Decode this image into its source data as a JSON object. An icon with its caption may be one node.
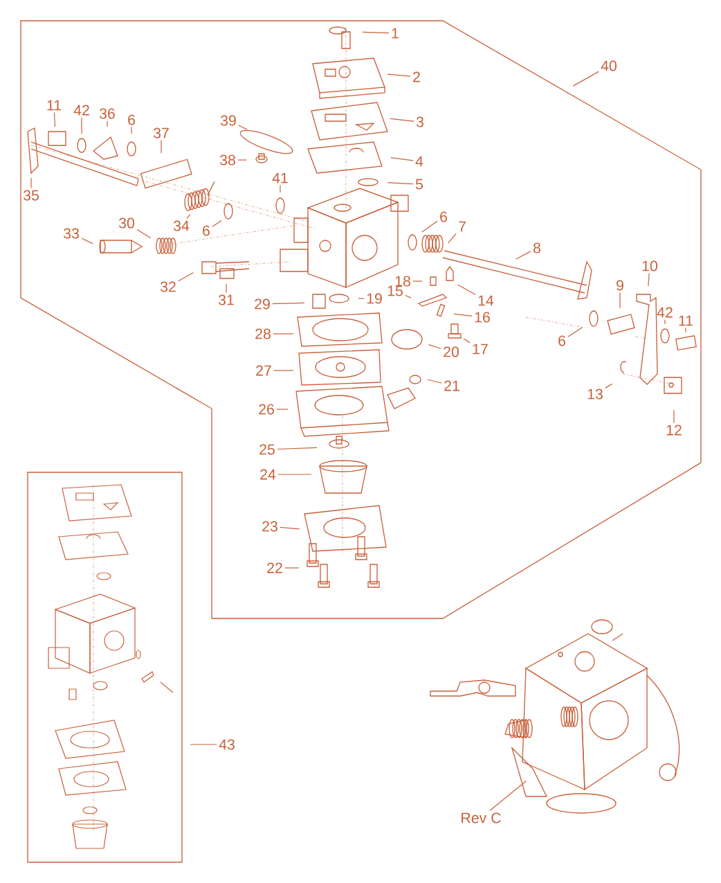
{
  "diagram": {
    "nodes": [
      {
        "text": [
          "1"
        ]
      },
      {
        "text": [
          "40"
        ]
      },
      {
        "text": [
          "2"
        ]
      },
      {
        "text": [
          "11"
        ]
      },
      {
        "text": [
          "42"
        ]
      },
      {
        "text": [
          "36"
        ]
      },
      {
        "text": [
          "6"
        ]
      },
      {
        "text": [
          "39"
        ]
      },
      {
        "text": [
          "3"
        ]
      },
      {
        "text": [
          "37"
        ]
      },
      {
        "text": [
          "38"
        ]
      },
      {
        "text": [
          "4"
        ]
      },
      {
        "text": [
          "41"
        ]
      },
      {
        "text": [
          "5"
        ]
      },
      {
        "text": [
          "35"
        ]
      },
      {
        "text": [
          "34"
        ]
      },
      {
        "text": [
          "6"
        ]
      },
      {
        "text": [
          "30"
        ]
      },
      {
        "text": [
          "33"
        ]
      },
      {
        "text": [
          "6"
        ]
      },
      {
        "text": [
          "7"
        ]
      },
      {
        "text": [
          "8"
        ]
      },
      {
        "text": [
          "10"
        ]
      },
      {
        "text": [
          "18"
        ]
      },
      {
        "text": [
          "9"
        ]
      },
      {
        "text": [
          "32"
        ]
      },
      {
        "text": [
          "15"
        ]
      },
      {
        "text": [
          "19"
        ]
      },
      {
        "text": [
          "31"
        ]
      },
      {
        "text": [
          "14"
        ]
      },
      {
        "text": [
          "29"
        ]
      },
      {
        "text": [
          "42"
        ]
      },
      {
        "text": [
          "16"
        ]
      },
      {
        "text": [
          "11"
        ]
      },
      {
        "text": [
          "28"
        ]
      },
      {
        "text": [
          "6"
        ]
      },
      {
        "text": [
          "17"
        ]
      },
      {
        "text": [
          "20"
        ]
      },
      {
        "text": [
          "27"
        ]
      },
      {
        "text": [
          "21"
        ]
      },
      {
        "text": [
          "13"
        ]
      },
      {
        "text": [
          "26"
        ]
      },
      {
        "text": [
          "12"
        ]
      },
      {
        "text": [
          "25"
        ]
      },
      {
        "text": [
          "24"
        ]
      },
      {
        "text": [
          "23"
        ]
      },
      {
        "text": [
          "22"
        ]
      },
      {
        "text": [
          "43"
        ]
      },
      {
        "text": [
          "Rev C"
        ]
      }
    ],
    "edges": [
      {
        "from": 0,
        "to": null,
        "arrow": "none"
      },
      {
        "from": 1,
        "to": null,
        "arrow": "none"
      },
      {
        "from": 2,
        "to": null,
        "arrow": "none"
      },
      {
        "from": 3,
        "to": null,
        "arrow": "none"
      },
      {
        "from": 4,
        "to": null,
        "arrow": "none"
      },
      {
        "from": 5,
        "to": null,
        "arrow": "none"
      },
      {
        "from": 6,
        "to": null,
        "arrow": "none"
      },
      {
        "from": 7,
        "to": null,
        "arrow": "none"
      },
      {
        "from": 8,
        "to": null,
        "arrow": "none"
      },
      {
        "from": 9,
        "to": null,
        "arrow": "none"
      },
      {
        "from": 10,
        "to": null,
        "arrow": "none"
      },
      {
        "from": 11,
        "to": null,
        "arrow": "none"
      },
      {
        "from": 12,
        "to": null,
        "arrow": "none"
      },
      {
        "from": 13,
        "to": null,
        "arrow": "none"
      },
      {
        "from": 14,
        "to": null,
        "arrow": "none"
      },
      {
        "from": 15,
        "to": null,
        "arrow": "none"
      },
      {
        "from": 16,
        "to": null,
        "arrow": "none"
      },
      {
        "from": 17,
        "to": null,
        "arrow": "none"
      },
      {
        "from": 18,
        "to": null,
        "arrow": "none"
      },
      {
        "from": 19,
        "to": null,
        "arrow": "none"
      },
      {
        "from": 20,
        "to": null,
        "arrow": "none"
      },
      {
        "from": 21,
        "to": null,
        "arrow": "none"
      },
      {
        "from": 22,
        "to": null,
        "arrow": "none"
      },
      {
        "from": 23,
        "to": null,
        "arrow": "none"
      },
      {
        "from": 24,
        "to": null,
        "arrow": "none"
      },
      {
        "from": 25,
        "to": null,
        "arrow": "none"
      },
      {
        "from": 26,
        "to": null,
        "arrow": "none"
      },
      {
        "from": 27,
        "to": null,
        "arrow": "none"
      },
      {
        "from": 28,
        "to": null,
        "arrow": "none"
      },
      {
        "from": 29,
        "to": null,
        "arrow": "none"
      },
      {
        "from": 30,
        "to": null,
        "arrow": "none"
      },
      {
        "from": 31,
        "to": null,
        "arrow": "none"
      },
      {
        "from": 32,
        "to": null,
        "arrow": "none"
      },
      {
        "from": 33,
        "to": null,
        "arrow": "none"
      },
      {
        "from": 34,
        "to": null,
        "arrow": "none"
      },
      {
        "from": 35,
        "to": null,
        "arrow": "none"
      },
      {
        "from": 36,
        "to": null,
        "arrow": "none"
      },
      {
        "from": 37,
        "to": null,
        "arrow": "none"
      },
      {
        "from": 38,
        "to": null,
        "arrow": "none"
      },
      {
        "from": 39,
        "to": null,
        "arrow": "none"
      },
      {
        "from": 40,
        "to": null,
        "arrow": "none"
      },
      {
        "from": 41,
        "to": null,
        "arrow": "none"
      },
      {
        "from": 42,
        "to": null,
        "arrow": "none"
      },
      {
        "from": 43,
        "to": null,
        "arrow": "none"
      },
      {
        "from": 44,
        "to": null,
        "arrow": "none"
      },
      {
        "from": 45,
        "to": null,
        "arrow": "none"
      },
      {
        "from": 46,
        "to": null,
        "arrow": "none"
      },
      {
        "from": 47,
        "to": null,
        "arrow": "none"
      },
      {
        "from": 48,
        "to": null,
        "arrow": "none"
      }
    ]
  }
}
